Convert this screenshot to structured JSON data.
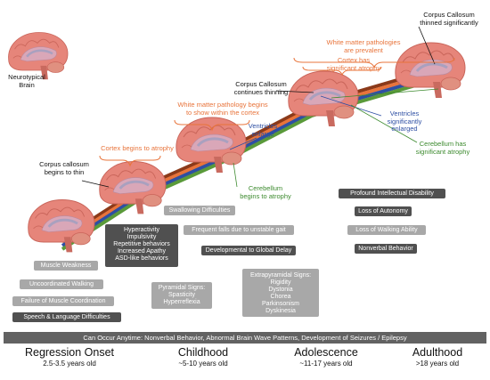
{
  "colors": {
    "brain_outer": "#e6857a",
    "brain_inner": "#d97468",
    "white_matter": "#c7c1d6",
    "corpus": "#a9a0bf",
    "cerebellum": "#7a9a55",
    "stem": "#c96a5f",
    "orange": "#e8743b",
    "blue": "#2e4fa3",
    "green": "#3c8a2e",
    "dark_box": "#505050",
    "light_box": "#a8a8a8",
    "bar": "#626262",
    "rib_brown": "#8b3a1a",
    "rib_orange": "#e8743b",
    "rib_blue": "#2e4fa3",
    "rib_green": "#5a9a3a"
  },
  "labels": {
    "neurotypical": "Neurotypical\nBrain",
    "corpus_thin": "Corpus callosum\nbegins to thin",
    "cortex_begins": "Cortex begins to atrophy",
    "wm_begins": "White matter pathology begins\nto show within the cortex",
    "ventricles_enlarge": "Ventricles\nenlarge",
    "cerebellum_begins": "Cerebellum\nbegins to atrophy",
    "corpus_continues": "Corpus Callosum\ncontinues thinning",
    "wm_prevalent": "White matter pathologies\nare prevalent",
    "cortex_significant": "Cortex has\nsignificant atrophy",
    "corpus_significant": "Corpus Callosum\nthinned significantly",
    "ventricles_significant": "Ventricles\nsignificantly\nenlarged",
    "cerebellum_significant": "Cerebellum has\nsignificant atrophy"
  },
  "symptoms": {
    "muscle_weakness": "Muscle Weakness",
    "uncoordinated_walking": "Uncoordinated Walking",
    "failure_coordination": "Failure of Muscle Coordination",
    "speech_language": "Speech & Language Difficulties",
    "behavioral": "Hyperactivity\nImpulsivity\nRepetitive behaviors\nIncreased Apathy\nASD-like behaviors",
    "swallowing": "Swallowing Difficulties",
    "frequent_falls": "Frequent falls due to unstable gait",
    "developmental_delay": "Developmental to Global Delay",
    "pyramidal": "Pyramidal Signs:\nSpasticity\nHyperreflexia",
    "extrapyramidal": "Extrapyramidal Signs:\nRigidity\nDystonia\nChorea\nParkinsonism\nDyskinesia",
    "intellectual_disability": "Profound Intellectual Disability",
    "loss_autonomy": "Loss of Autonomy",
    "loss_walking": "Loss of Walking Ability",
    "nonverbal": "Nonverbal Behavior"
  },
  "bottom_bar": "Can Occur  Anytime: Nonverbal Behavior, Abnormal Brain Wave Patterns, Development of Seizures / Epilepsy",
  "stages": [
    {
      "title": "Regression Onset",
      "age": "2.5-3.5 years old"
    },
    {
      "title": "Childhood",
      "age": "~5-10 years old"
    },
    {
      "title": "Adolescence",
      "age": "~11-17 years old"
    },
    {
      "title": "Adulthood",
      "age": ">18 years old"
    }
  ]
}
